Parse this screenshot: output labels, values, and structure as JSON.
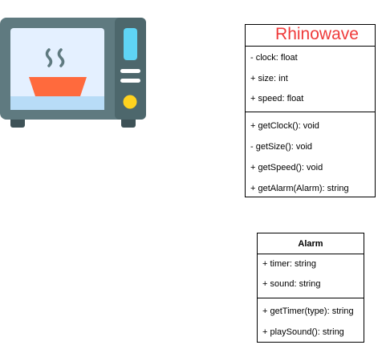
{
  "icons": {
    "microwave": "microwave-icon",
    "colors": {
      "body": "#5f7a80",
      "panel": "#4d676c",
      "screen": "#e4f0ff",
      "screen_base": "#b8dcf7",
      "bowl": "#ff6a3d",
      "steam": "#5f7a80",
      "display": "#5fd4f5",
      "knob": "#ffd21f",
      "feet": "#3e5257"
    }
  },
  "rhinowave": {
    "name": "Rhinowave",
    "name_color": "#ef3b3b",
    "attributes": [
      "- clock: float",
      "+ size: int",
      "+ speed: float"
    ],
    "methods": [
      "+ getClock(): void",
      "- getSize(): void",
      "+ getSpeed(): void",
      "+ getAlarm(Alarm): string"
    ]
  },
  "alarm": {
    "name": "Alarm",
    "attributes": [
      "+ timer: string",
      "+ sound: string"
    ],
    "methods": [
      "+ getTimer(type): string",
      "+ playSound(): string"
    ]
  }
}
